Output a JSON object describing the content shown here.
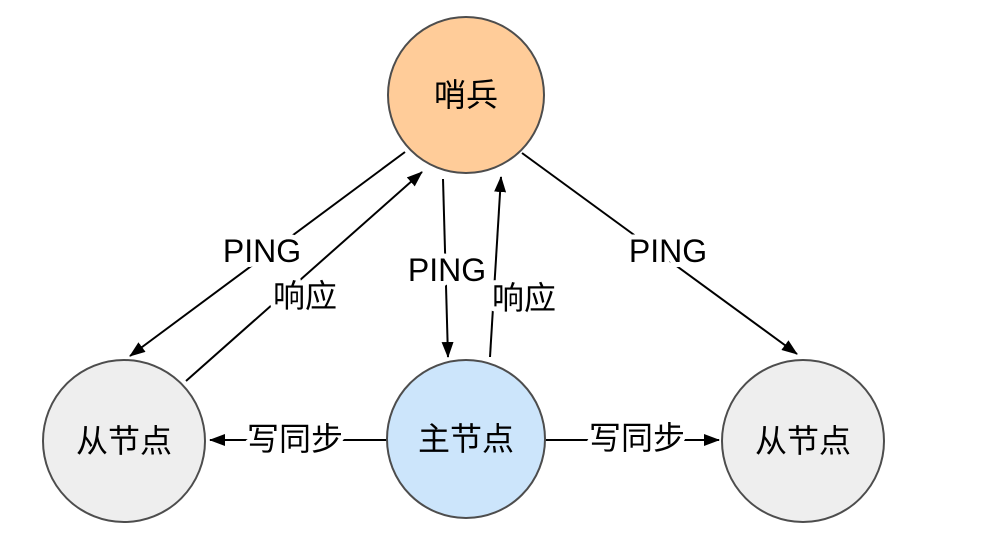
{
  "diagram": {
    "nodes": {
      "sentinel": {
        "label": "哨兵",
        "fill": "#FFCC99"
      },
      "master": {
        "label": "主节点",
        "fill": "#CCE5FB"
      },
      "slave_left": {
        "label": "从节点",
        "fill": "#EEEEEE"
      },
      "slave_right": {
        "label": "从节点",
        "fill": "#EEEEEE"
      }
    },
    "edges": {
      "ping_sentinel_to_slave_left": {
        "label": "PING"
      },
      "response_slave_left_to_sentinel": {
        "label": "响应"
      },
      "ping_sentinel_to_master": {
        "label": "PING"
      },
      "response_master_to_sentinel": {
        "label": "响应"
      },
      "ping_sentinel_to_slave_right": {
        "label": "PING"
      },
      "write_sync_master_to_slave_left": {
        "label": "写同步"
      },
      "write_sync_master_to_slave_right": {
        "label": "写同步"
      }
    },
    "colors": {
      "node_border": "#4D4D4D",
      "edge_line": "#000000",
      "label_text": "#000000",
      "background": "#FFFFFF"
    }
  }
}
